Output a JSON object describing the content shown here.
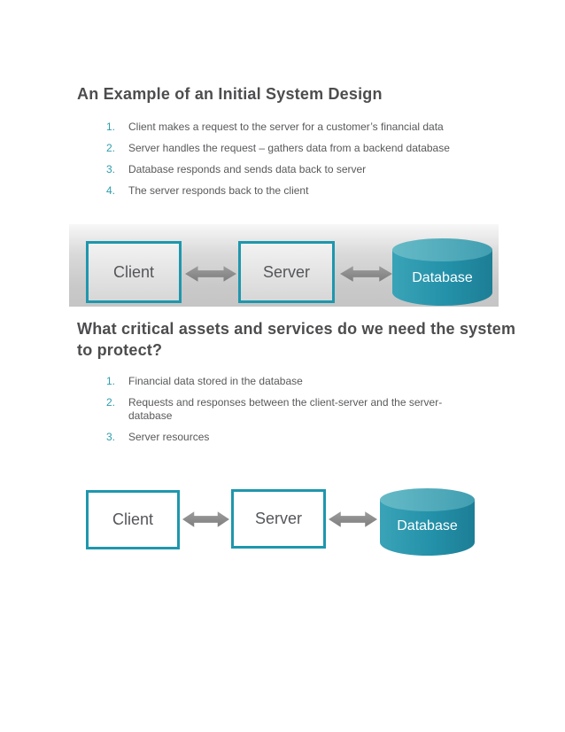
{
  "colors": {
    "teal_border": "#1E97AD",
    "heading_text": "#4D4D4F",
    "body_text": "#58595B",
    "list_number_teal": "#2E9CAC",
    "arrow_gray": "#8D8D8D",
    "database_teal": "#2391A9",
    "band_gray": "#C9C9C9"
  },
  "section1": {
    "title": "An Example of an Initial System Design",
    "items": [
      {
        "n": "1.",
        "text": "Client makes a request to the server for a customer’s financial data"
      },
      {
        "n": "2.",
        "text": "Server handles the request – gathers data from a backend database"
      },
      {
        "n": "3.",
        "text": "Database responds and sends data back to server"
      },
      {
        "n": "4.",
        "text": "The server responds back to the client"
      }
    ]
  },
  "diagram1": {
    "client": "Client",
    "server": "Server",
    "database": "Database"
  },
  "section2": {
    "title": "What critical assets and services do we need the system to protect?",
    "items": [
      {
        "n": "1.",
        "text": "Financial data stored in the database"
      },
      {
        "n": "2.",
        "text": "Requests and responses between the client-server and the server-database"
      },
      {
        "n": "3.",
        "text": "Server resources"
      }
    ]
  },
  "diagram2": {
    "client": "Client",
    "server": "Server",
    "database": "Database"
  }
}
